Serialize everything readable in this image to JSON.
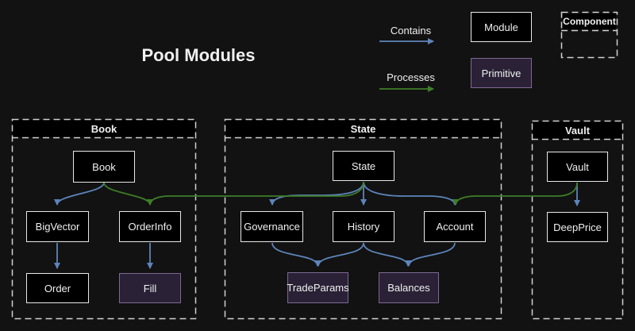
{
  "title": "Pool Modules",
  "legend": {
    "contains_label": "Contains",
    "processes_label": "Processes",
    "module_label": "Module",
    "primitive_label": "Primitive",
    "component_label": "Component"
  },
  "colors": {
    "background": "#121212",
    "node_fill": "#000000",
    "node_border": "#e8e8e8",
    "primitive_fill": "#2a2136",
    "primitive_border": "#7d6894",
    "contains_edge": "#5d84ba",
    "processes_edge": "#3e7e28",
    "cluster_border": "#d0d0d0",
    "text": "#f0f0f0"
  },
  "clusters": [
    {
      "title": "Book",
      "nodes": [
        "Book",
        "BigVector",
        "OrderInfo",
        "Order",
        "Fill"
      ]
    },
    {
      "title": "State",
      "nodes": [
        "State",
        "Governance",
        "History",
        "Account",
        "TradeParams",
        "Balances"
      ]
    },
    {
      "title": "Vault",
      "nodes": [
        "Vault",
        "DeepPrice"
      ]
    }
  ],
  "nodes": {
    "book": {
      "label": "Book",
      "type": "module"
    },
    "bigvector": {
      "label": "BigVector",
      "type": "module"
    },
    "orderinfo": {
      "label": "OrderInfo",
      "type": "module"
    },
    "order": {
      "label": "Order",
      "type": "module"
    },
    "fill": {
      "label": "Fill",
      "type": "primitive"
    },
    "state": {
      "label": "State",
      "type": "module"
    },
    "governance": {
      "label": "Governance",
      "type": "module"
    },
    "history": {
      "label": "History",
      "type": "module"
    },
    "account": {
      "label": "Account",
      "type": "module"
    },
    "tradeparams": {
      "label": "TradeParams",
      "type": "primitive"
    },
    "balances": {
      "label": "Balances",
      "type": "primitive"
    },
    "vault": {
      "label": "Vault",
      "type": "module"
    },
    "deepprice": {
      "label": "DeepPrice",
      "type": "module"
    }
  },
  "edges": [
    {
      "from": "Book",
      "to": "BigVector",
      "type": "contains"
    },
    {
      "from": "BigVector",
      "to": "Order",
      "type": "contains"
    },
    {
      "from": "OrderInfo",
      "to": "Fill",
      "type": "contains"
    },
    {
      "from": "State",
      "to": "Governance",
      "type": "contains"
    },
    {
      "from": "State",
      "to": "History",
      "type": "contains"
    },
    {
      "from": "State",
      "to": "Account",
      "type": "contains"
    },
    {
      "from": "Governance",
      "to": "TradeParams",
      "type": "contains"
    },
    {
      "from": "History",
      "to": "TradeParams",
      "type": "contains"
    },
    {
      "from": "History",
      "to": "Balances",
      "type": "contains"
    },
    {
      "from": "Account",
      "to": "Balances",
      "type": "contains"
    },
    {
      "from": "Vault",
      "to": "DeepPrice",
      "type": "contains"
    },
    {
      "from": "Book",
      "to": "OrderInfo",
      "type": "processes"
    },
    {
      "from": "State",
      "to": "OrderInfo",
      "type": "processes"
    },
    {
      "from": "Vault",
      "to": "Account",
      "type": "processes"
    }
  ]
}
